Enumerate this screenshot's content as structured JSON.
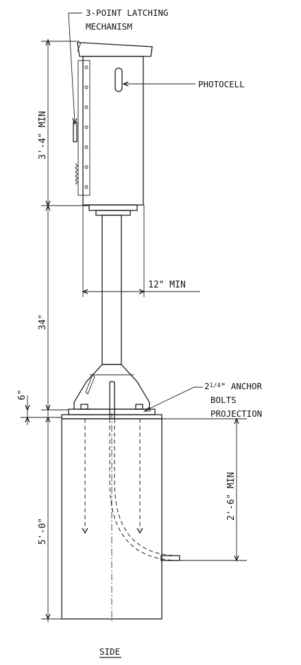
{
  "labels": {
    "latching_line1": "3-POINT LATCHING",
    "latching_line2": "MECHANISM",
    "photocell": "PHOTOCELL",
    "anchor_line1_whole": "2",
    "anchor_line1_frac": "1/4",
    "anchor_line1_rest": "\" ANCHOR",
    "anchor_line2": "BOLTS",
    "anchor_line3": "PROJECTION",
    "view_title": "SIDE"
  },
  "dimensions": {
    "cabinet_height": "3'-4\" MIN",
    "pedestal_height": "34\"",
    "base_height": "6\"",
    "foundation_depth": "5'-0\"",
    "anchor_depth": "2'-6\" MIN",
    "pedestal_width": "12\" MIN"
  },
  "colors": {
    "ink": "#1a1a1a",
    "background": "#ffffff"
  }
}
